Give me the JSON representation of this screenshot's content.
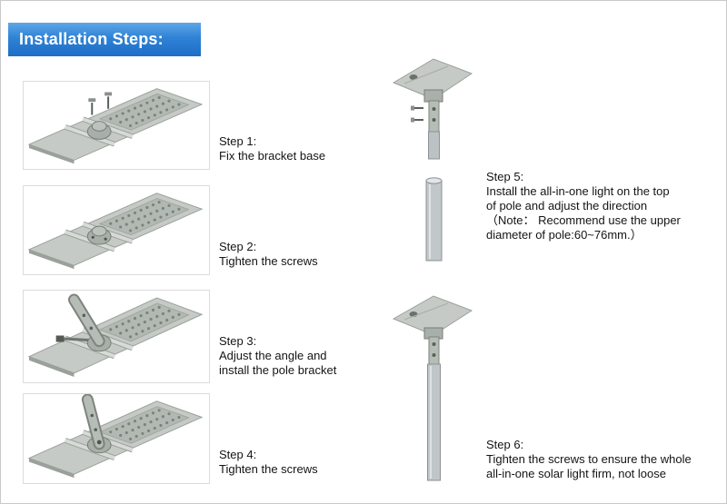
{
  "header": {
    "title": "Installation Steps:",
    "banner_color": "#2f82d6",
    "text_color": "#141414"
  },
  "steps": [
    {
      "label": "Step 1:",
      "text": "Fix the bracket base"
    },
    {
      "label": "Step 2:",
      "text": "Tighten the screws"
    },
    {
      "label": "Step 3:",
      "text": "Adjust the angle and\ninstall the pole bracket"
    },
    {
      "label": "Step 4:",
      "text": "Tighten the screws"
    },
    {
      "label": "Step 5:",
      "text": "Install the all-in-one light on the top\nof pole and adjust the direction\n（Note： Recommend use the upper\ndiameter of pole:60~76mm.）"
    },
    {
      "label": "Step 6:",
      "text": "Tighten the screws to ensure the whole\nall-in-one solar light firm, not loose"
    }
  ]
}
